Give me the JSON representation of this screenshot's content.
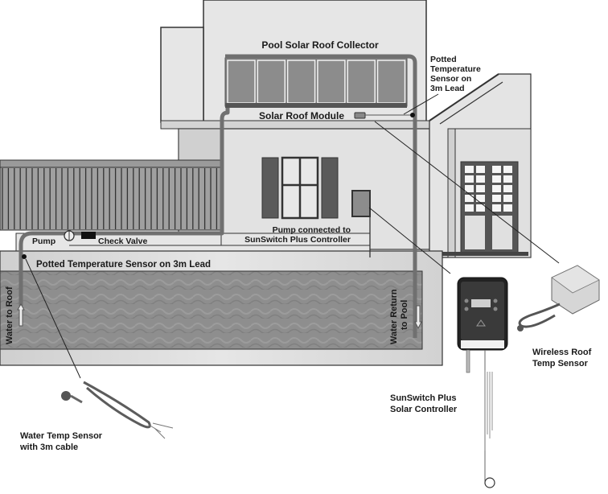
{
  "diagram": {
    "labels": {
      "collector": "Pool Solar Roof Collector",
      "roof_module": "Solar Roof Module",
      "potted_roof": [
        "Potted",
        "Temperature",
        "Sensor on",
        "3m Lead"
      ],
      "pump": "Pump",
      "check_valve": "Check Valve",
      "pump_connected": [
        "Pump connected to",
        "SunSwitch Plus Controller"
      ],
      "potted_pool": "Potted Temperature Sensor on 3m Lead",
      "water_to_roof": "Water to Roof",
      "water_return": [
        "Water Return",
        "to Pool"
      ],
      "wireless_sensor": [
        "Wireless Roof",
        "Temp Sensor"
      ],
      "controller": [
        "SunSwitch Plus",
        "Solar Controller"
      ],
      "water_sensor": [
        "Water Temp Sensor",
        "with 3m cable"
      ]
    },
    "colors": {
      "wall": "#e4e4e4",
      "wall_dark": "#cfcfcf",
      "panel": "#8a8a8a",
      "pipe": "#6e6e6e",
      "pool": "#8c8c8c",
      "outline": "#333333"
    }
  }
}
